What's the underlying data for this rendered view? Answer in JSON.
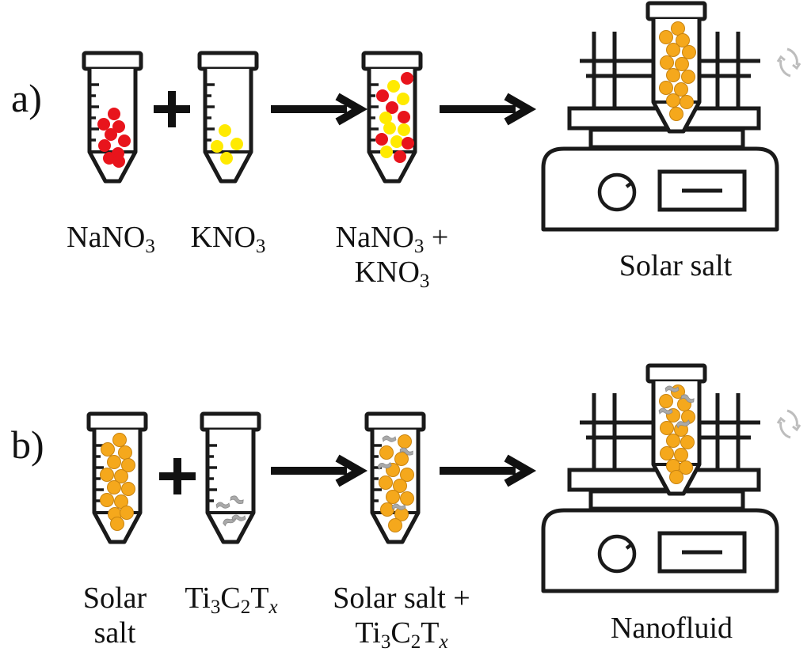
{
  "panel_a": {
    "letter": "a)",
    "items": [
      {
        "base": "NaNO",
        "sub": "3"
      },
      {
        "base": "KNO",
        "sub": "3"
      }
    ],
    "mixture": {
      "line1_base": "NaNO",
      "line1_sub": "3",
      "line1_suffix": " +",
      "line2_base": "KNO",
      "line2_sub": "3"
    },
    "result": "Solar salt"
  },
  "panel_b": {
    "letter": "b)",
    "item1_line1": "Solar",
    "item1_line2": "salt",
    "mxene": {
      "p1": "Ti",
      "s1": "3",
      "p2": "C",
      "s2": "2",
      "p3": "T",
      "s3": "x"
    },
    "mixture_line1": "Solar salt +",
    "result": "Nanofluid"
  },
  "colors": {
    "sodium_nitrate": "#e8141c",
    "potassium_nitrate": "#ffea00",
    "solar_salt": "#f5a81c",
    "mxene_flake": "#a9a9a9",
    "outline": "#1a1a1a",
    "rotation_arrow": "#bdbdbd"
  },
  "icons": [
    "plus-icon",
    "right-arrow-icon",
    "rotation-icon",
    "hotplate-stirrer-icon",
    "centrifuge-tube-icon"
  ]
}
